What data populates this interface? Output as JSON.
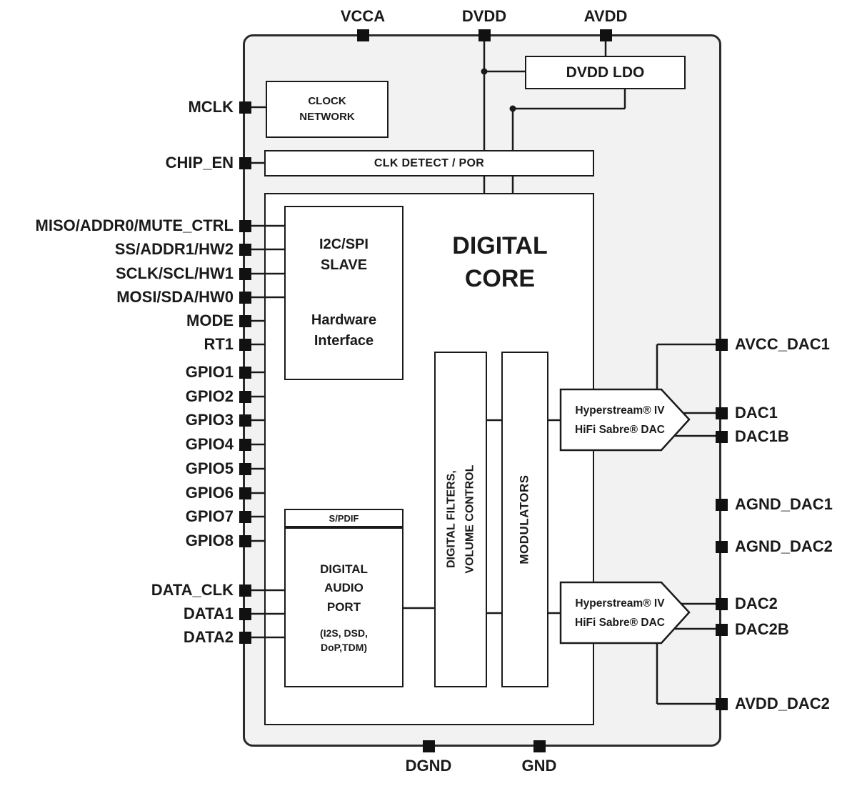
{
  "pins": {
    "top": [
      {
        "label": "VCCA"
      },
      {
        "label": "DVDD"
      },
      {
        "label": "AVDD"
      }
    ],
    "left": [
      {
        "label": "MCLK"
      },
      {
        "label": "CHIP_EN"
      },
      {
        "label": "MISO/ADDR0/MUTE_CTRL"
      },
      {
        "label": "SS/ADDR1/HW2"
      },
      {
        "label": "SCLK/SCL/HW1"
      },
      {
        "label": "MOSI/SDA/HW0"
      },
      {
        "label": "MODE"
      },
      {
        "label": "RT1"
      },
      {
        "label": "GPIO1"
      },
      {
        "label": "GPIO2"
      },
      {
        "label": "GPIO3"
      },
      {
        "label": "GPIO4"
      },
      {
        "label": "GPIO5"
      },
      {
        "label": "GPIO6"
      },
      {
        "label": "GPIO7"
      },
      {
        "label": "GPIO8"
      },
      {
        "label": "DATA_CLK"
      },
      {
        "label": "DATA1"
      },
      {
        "label": "DATA2"
      }
    ],
    "right": [
      {
        "label": "AVCC_DAC1"
      },
      {
        "label": "DAC1"
      },
      {
        "label": "DAC1B"
      },
      {
        "label": "AGND_DAC1"
      },
      {
        "label": "AGND_DAC2"
      },
      {
        "label": "DAC2"
      },
      {
        "label": "DAC2B"
      },
      {
        "label": "AVDD_DAC2"
      }
    ],
    "bottom": [
      {
        "label": "DGND"
      },
      {
        "label": "GND"
      }
    ]
  },
  "blocks": {
    "clock_network": {
      "line1": "CLOCK",
      "line2": "NETWORK"
    },
    "dvdd_ldo": {
      "label": "DVDD LDO"
    },
    "clk_detect_por": {
      "label": "CLK DETECT / POR"
    },
    "digital_core": {
      "line1": "DIGITAL",
      "line2": "CORE"
    },
    "i2c_spi_slave": {
      "line1": "I2C/SPI",
      "line2": "SLAVE",
      "line3": "Hardware",
      "line4": "Interface"
    },
    "spdif": {
      "label": "S/PDIF"
    },
    "digital_audio_port": {
      "line1": "DIGITAL",
      "line2": "AUDIO",
      "line3": "PORT",
      "line4": "(I2S, DSD,",
      "line5": "DoP,TDM)"
    },
    "digital_filters": {
      "line1": "DIGITAL FILTERS,",
      "line2": "VOLUME CONTROL"
    },
    "modulators": {
      "label": "MODULATORS"
    },
    "dac1": {
      "line1": "Hyperstream® IV",
      "line2": "HiFi Sabre® DAC"
    },
    "dac2": {
      "line1": "Hyperstream® IV",
      "line2": "HiFi Sabre® DAC"
    }
  },
  "colors": {
    "chip_fill": "#f2f2f2",
    "box_fill": "#ffffff",
    "line": "#1a1a1a",
    "pin": "#111111"
  }
}
